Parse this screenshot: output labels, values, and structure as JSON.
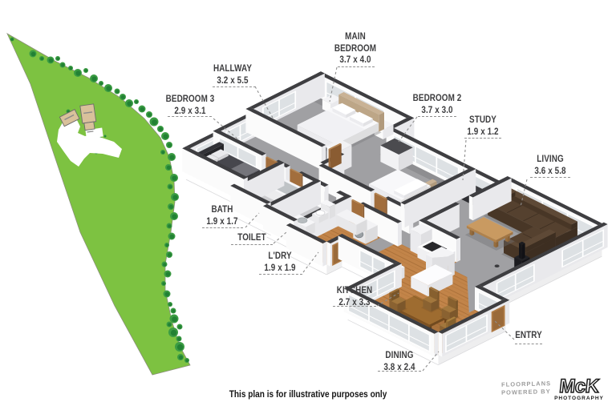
{
  "page": {
    "background": "#ffffff"
  },
  "site_plan": {
    "land_color": "#7dc241",
    "tree_color": "#3b9c43",
    "tree_core_color": "#1e7c31",
    "building_color": "#d9c19b",
    "driveway_color": "#ffffff"
  },
  "floor_plan": {
    "wall_top_color": "#3e3e41",
    "wall_face_color": "#fbfbfb",
    "carpet_color": "#a0a0a3",
    "wood_floor_color": "#c28449",
    "glass_color": "#dde1e4"
  },
  "labels": [
    {
      "id": "main-bedroom",
      "lines": [
        "MAIN",
        "BEDROOM"
      ],
      "dims": "3.7 x 4.0"
    },
    {
      "id": "hallway",
      "lines": [
        "HALLWAY"
      ],
      "dims": "3.2 x 5.5"
    },
    {
      "id": "bedroom-3",
      "lines": [
        "BEDROOM 3"
      ],
      "dims": "2.9 x 3.1"
    },
    {
      "id": "bedroom-2",
      "lines": [
        "BEDROOM 2"
      ],
      "dims": "3.7 x 3.0"
    },
    {
      "id": "study",
      "lines": [
        "STUDY"
      ],
      "dims": "1.9 x 1.2"
    },
    {
      "id": "living",
      "lines": [
        "LIVING"
      ],
      "dims": "3.6 x 5.8"
    },
    {
      "id": "bath",
      "lines": [
        "BATH"
      ],
      "dims": "1.9 x 1.7"
    },
    {
      "id": "toilet",
      "lines": [
        "TOILET"
      ],
      "dims": ""
    },
    {
      "id": "ldry",
      "lines": [
        "L'DRY"
      ],
      "dims": "1.9 x 1.9"
    },
    {
      "id": "kitchen",
      "lines": [
        "KITCHEN"
      ],
      "dims": "2.7 x 3.3"
    },
    {
      "id": "dining",
      "lines": [
        "DINING"
      ],
      "dims": "3.8 x 2.4"
    },
    {
      "id": "entry",
      "lines": [
        "ENTRY"
      ],
      "dims": ""
    }
  ],
  "footer": {
    "disclaimer": "This plan is for illustrative purposes only"
  },
  "logo": {
    "tagline_line1": "FLOORPLANS",
    "tagline_line2": "POWERED BY",
    "brand": "McK",
    "brand_sub": "PHOTOGRAPHY"
  }
}
